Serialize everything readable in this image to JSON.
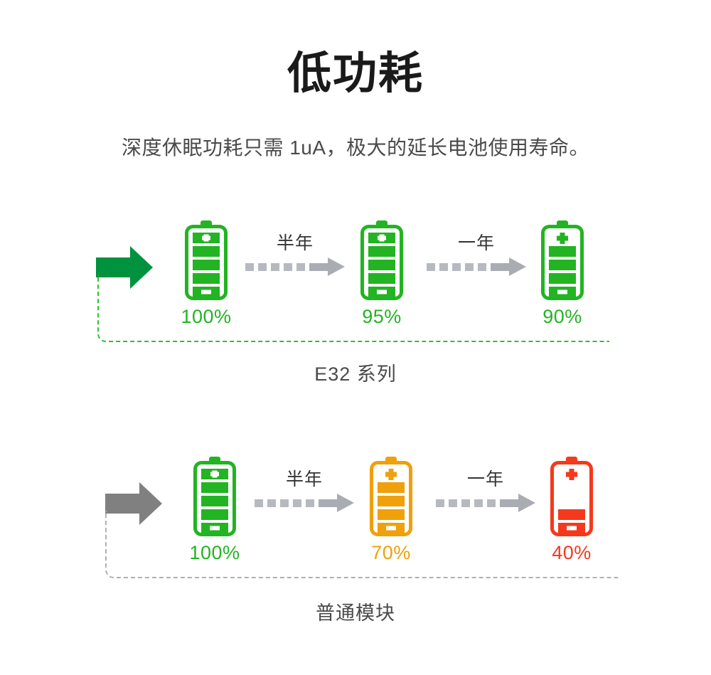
{
  "header": {
    "title": "低功耗",
    "subtitle": "深度休眠功耗只需 1uA，极大的延长电池使用寿命。"
  },
  "colors": {
    "green_bright": "#22b422",
    "green_dark": "#00923f",
    "orange": "#efa00b",
    "red": "#f5391c",
    "gray_arrow": "#808080",
    "gray_dot": "#b6bac0",
    "text_dark": "#4a4a4a",
    "dash_green": "#2fc12f",
    "dash_gray": "#b0b0b0"
  },
  "rows": [
    {
      "caption": "E32 系列",
      "lead_arrow_color": "#00923f",
      "bracket_color": "#2fc12f",
      "stages": [
        {
          "percent": "100%",
          "color": "#22b422",
          "filled_bars": 5,
          "total_bars": 5,
          "plus_inside_bar": true
        },
        {
          "percent": "95%",
          "color": "#22b422",
          "filled_bars": 5,
          "total_bars": 5,
          "plus_inside_bar": true
        },
        {
          "percent": "90%",
          "color": "#22b422",
          "filled_bars": 4,
          "total_bars": 5,
          "plus_inside_bar": false
        }
      ],
      "transitions": [
        {
          "label": "半年"
        },
        {
          "label": "一年"
        }
      ]
    },
    {
      "caption": "普通模块",
      "lead_arrow_color": "#808080",
      "bracket_color": "#b0b0b0",
      "stages": [
        {
          "percent": "100%",
          "color": "#22b422",
          "filled_bars": 5,
          "total_bars": 5,
          "plus_inside_bar": true
        },
        {
          "percent": "70%",
          "color": "#efa00b",
          "filled_bars": 4,
          "total_bars": 5,
          "plus_inside_bar": false
        },
        {
          "percent": "40%",
          "color": "#f5391c",
          "filled_bars": 2,
          "total_bars": 5,
          "plus_inside_bar": false
        }
      ],
      "transitions": [
        {
          "label": "半年"
        },
        {
          "label": "一年"
        }
      ]
    }
  ],
  "icons": {
    "lead_arrow": "right-arrow-icon",
    "transition_arrow": "dotted-right-arrow-icon",
    "battery": "battery-icon"
  }
}
